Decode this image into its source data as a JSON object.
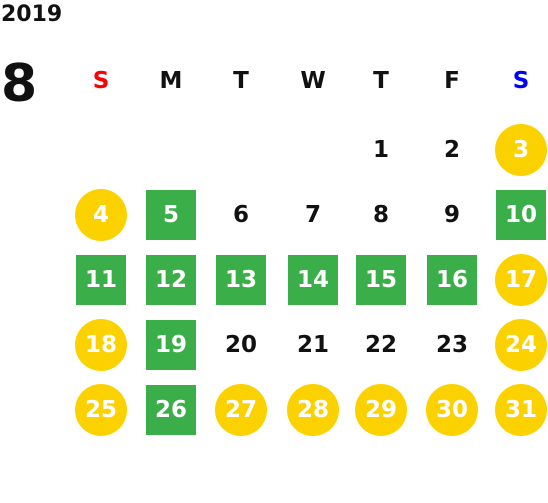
{
  "calendar": {
    "year": "2019",
    "month": "8",
    "weekdays": [
      {
        "label": "S",
        "color": "#ff0000"
      },
      {
        "label": "M",
        "color": "#111111"
      },
      {
        "label": "T",
        "color": "#111111"
      },
      {
        "label": "W",
        "color": "#111111"
      },
      {
        "label": "T",
        "color": "#111111"
      },
      {
        "label": "F",
        "color": "#111111"
      },
      {
        "label": "S",
        "color": "#0000ff"
      }
    ],
    "days": [
      {
        "day": "1",
        "col": 4,
        "row": 0,
        "style": "plain"
      },
      {
        "day": "2",
        "col": 5,
        "row": 0,
        "style": "plain"
      },
      {
        "day": "3",
        "col": 6,
        "row": 0,
        "style": "yellow"
      },
      {
        "day": "4",
        "col": 0,
        "row": 1,
        "style": "yellow"
      },
      {
        "day": "5",
        "col": 1,
        "row": 1,
        "style": "green"
      },
      {
        "day": "6",
        "col": 2,
        "row": 1,
        "style": "plain"
      },
      {
        "day": "7",
        "col": 3,
        "row": 1,
        "style": "plain"
      },
      {
        "day": "8",
        "col": 4,
        "row": 1,
        "style": "plain"
      },
      {
        "day": "9",
        "col": 5,
        "row": 1,
        "style": "plain"
      },
      {
        "day": "10",
        "col": 6,
        "row": 1,
        "style": "green"
      },
      {
        "day": "11",
        "col": 0,
        "row": 2,
        "style": "green"
      },
      {
        "day": "12",
        "col": 1,
        "row": 2,
        "style": "green"
      },
      {
        "day": "13",
        "col": 2,
        "row": 2,
        "style": "green"
      },
      {
        "day": "14",
        "col": 3,
        "row": 2,
        "style": "green"
      },
      {
        "day": "15",
        "col": 4,
        "row": 2,
        "style": "green"
      },
      {
        "day": "16",
        "col": 5,
        "row": 2,
        "style": "green"
      },
      {
        "day": "17",
        "col": 6,
        "row": 2,
        "style": "yellow"
      },
      {
        "day": "18",
        "col": 0,
        "row": 3,
        "style": "yellow"
      },
      {
        "day": "19",
        "col": 1,
        "row": 3,
        "style": "green"
      },
      {
        "day": "20",
        "col": 2,
        "row": 3,
        "style": "plain"
      },
      {
        "day": "21",
        "col": 3,
        "row": 3,
        "style": "plain"
      },
      {
        "day": "22",
        "col": 4,
        "row": 3,
        "style": "plain"
      },
      {
        "day": "23",
        "col": 5,
        "row": 3,
        "style": "plain"
      },
      {
        "day": "24",
        "col": 6,
        "row": 3,
        "style": "yellow"
      },
      {
        "day": "25",
        "col": 0,
        "row": 4,
        "style": "yellow"
      },
      {
        "day": "26",
        "col": 1,
        "row": 4,
        "style": "green"
      },
      {
        "day": "27",
        "col": 2,
        "row": 4,
        "style": "yellow"
      },
      {
        "day": "28",
        "col": 3,
        "row": 4,
        "style": "yellow"
      },
      {
        "day": "29",
        "col": 4,
        "row": 4,
        "style": "yellow"
      },
      {
        "day": "30",
        "col": 5,
        "row": 4,
        "style": "yellow"
      },
      {
        "day": "31",
        "col": 6,
        "row": 4,
        "style": "yellow"
      }
    ]
  }
}
